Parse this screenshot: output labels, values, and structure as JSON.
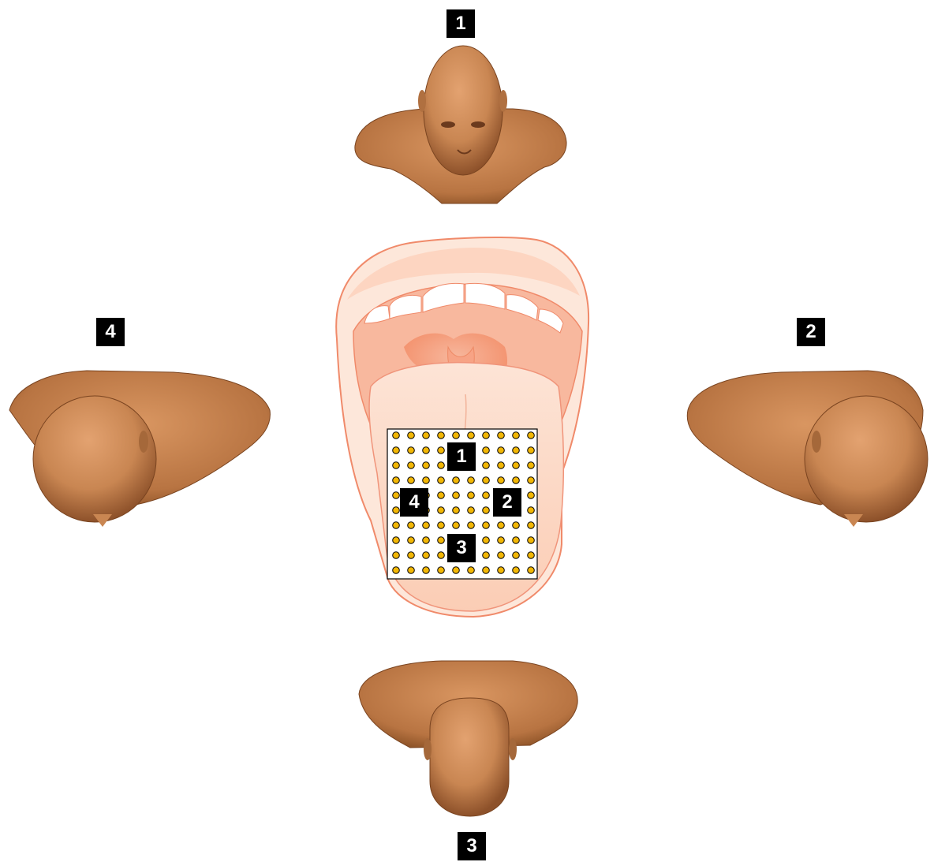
{
  "labels": {
    "outer": {
      "top": "1",
      "right": "2",
      "bottom": "3",
      "left": "4"
    },
    "grid": {
      "top": "1",
      "right": "2",
      "bottom": "3",
      "left": "4"
    }
  },
  "electrode_array": {
    "rows": 10,
    "cols": 10
  },
  "colors": {
    "skin": "#c98652",
    "skin_shadow": "#9a5a2c",
    "mouth_outline": "#f08a6a",
    "mouth_fill": "#fde3d3",
    "tongue": "#fbd7c4",
    "palate": "#f6a58a",
    "electrode": "#f2b705",
    "label_bg": "#000000",
    "label_fg": "#ffffff"
  }
}
